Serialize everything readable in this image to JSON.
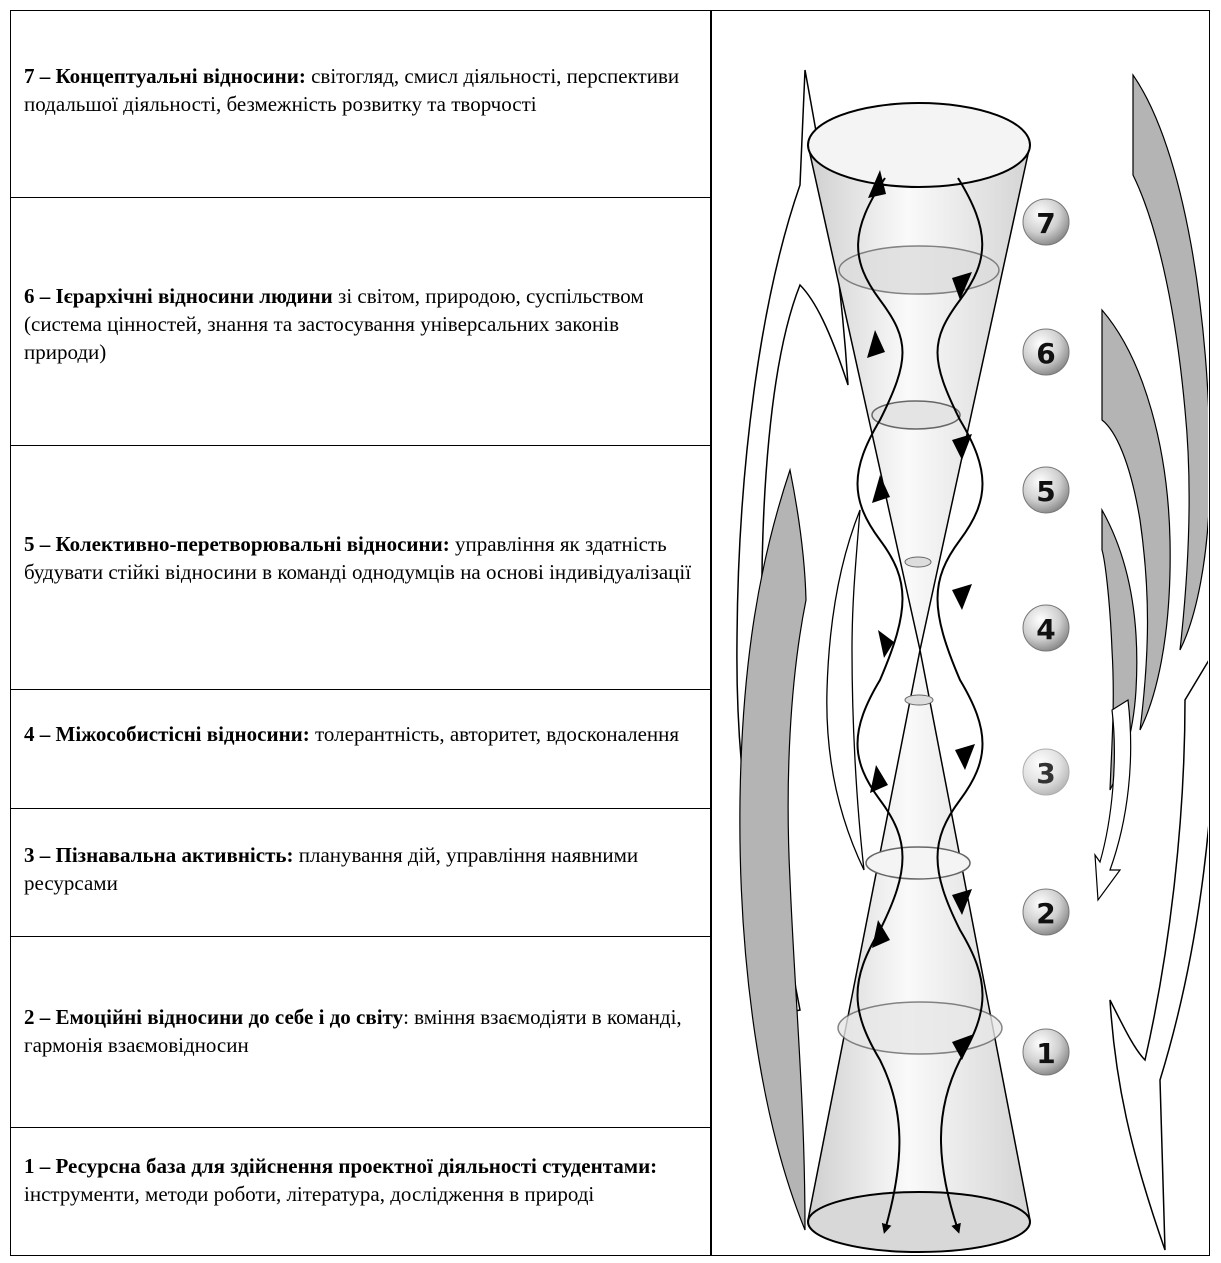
{
  "rows": [
    {
      "level": "7",
      "bold": "7 – Концептуальні відносини:",
      "text": " світогляд, смисл діяльності, перспективи подальшої діяльності, безмежність розвитку та творчості"
    },
    {
      "level": "6",
      "bold": "6 – Ієрархічні відносини людини",
      "text": " зі світом, природою, суспільством (система цінностей, знання та застосування універсальних законів природи)"
    },
    {
      "level": "5",
      "bold": "5 – Колективно-перетворювальні відносини:",
      "text": " управління як здатність будувати стійкі відносини в команді однодумців на основі індивідуалізації"
    },
    {
      "level": "4",
      "bold": "4 – Міжособистісні відносини:",
      "text": " толерантність, авторитет, вдосконалення"
    },
    {
      "level": "3",
      "bold": "3 – Пізнавальна активність:",
      "text": " планування дій, управління наявними ресурсами"
    },
    {
      "level": "2",
      "bold": "2 – Емоційні відносини до себе і до світу",
      "text": ": вміння взаємодіяти в команді, гармонія взаємовідносин"
    },
    {
      "level": "1",
      "bold": "1 – Ресурсна база для здійснення проектної діяльності студентами:",
      "text": " інструменти, методи роботи, література, дослідження в природі"
    }
  ],
  "levels": [
    "7",
    "6",
    "5",
    "4",
    "3",
    "2",
    "1"
  ],
  "colors": {
    "border": "#000000",
    "arrow_gray": "#b4b4b4",
    "cone_fill": "#e8e8e8"
  }
}
